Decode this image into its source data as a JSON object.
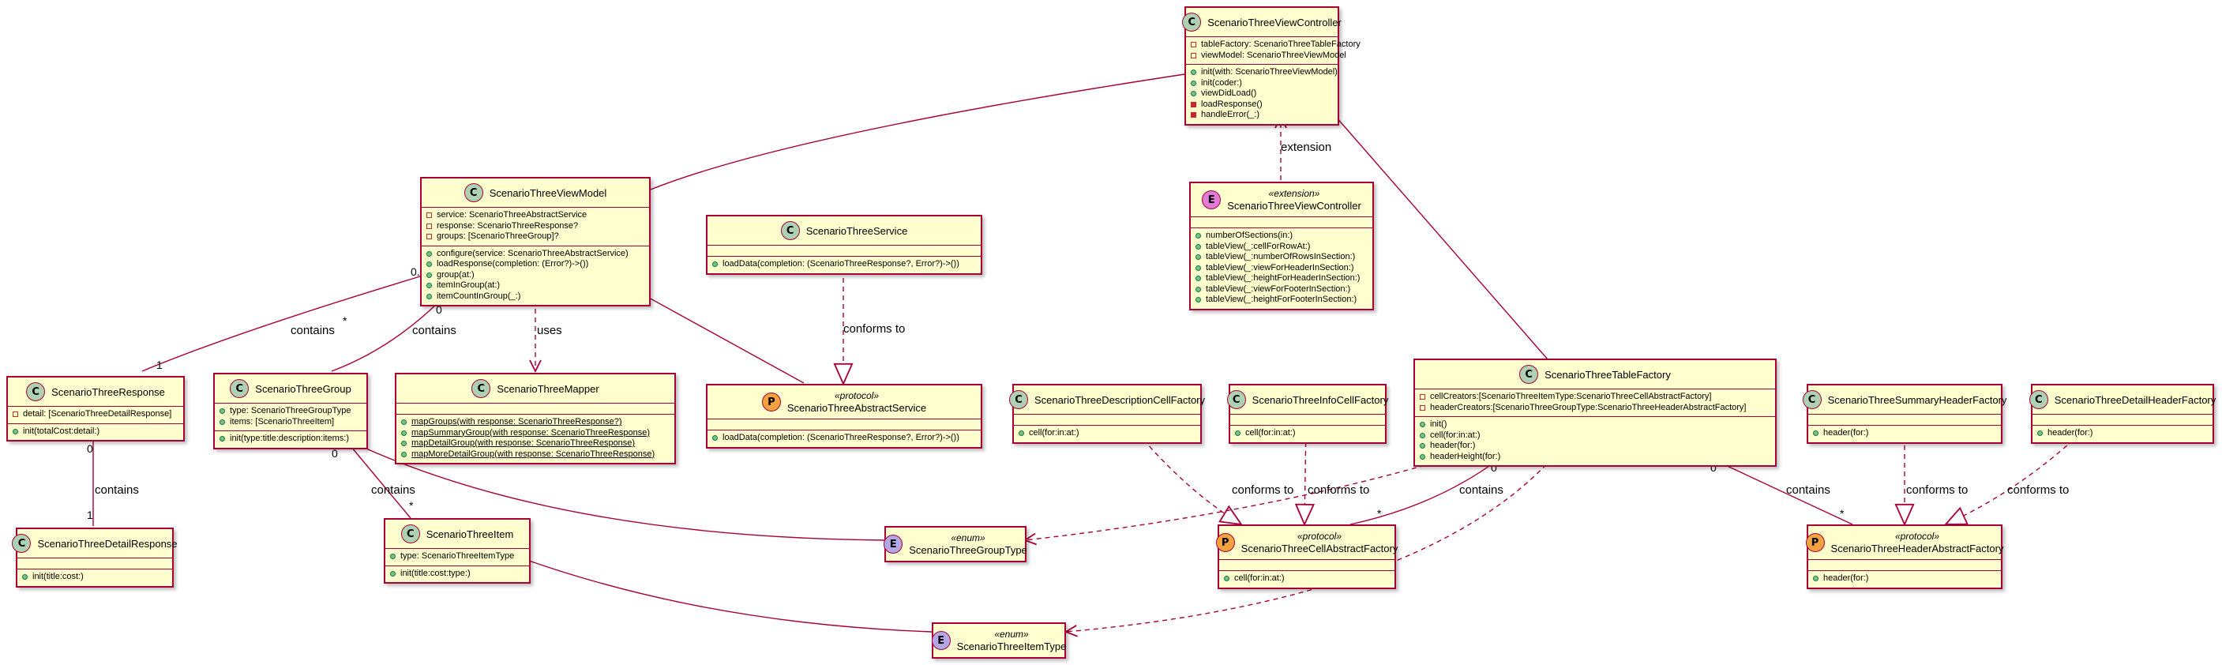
{
  "classes": {
    "vc": {
      "name": "ScenarioThreeViewController",
      "stereo": "",
      "badge": "C",
      "fields": [
        {
          "v": "priv",
          "t": "tableFactory: ScenarioThreeTableFactory"
        },
        {
          "v": "priv",
          "t": "viewModel: ScenarioThreeViewModel"
        }
      ],
      "methods": [
        {
          "v": "pub",
          "t": "init(with: ScenarioThreeViewModel)"
        },
        {
          "v": "pub",
          "t": "init(coder:)"
        },
        {
          "v": "pub",
          "t": "viewDidLoad()"
        },
        {
          "v": "privf",
          "t": "loadResponse()"
        },
        {
          "v": "privf",
          "t": "handleError(_:)"
        }
      ]
    },
    "ext": {
      "name": "ScenarioThreeViewController",
      "stereo": "«extension»",
      "badge": "E",
      "fields": [],
      "methods": [
        {
          "v": "pub",
          "t": "numberOfSections(in:)"
        },
        {
          "v": "pub",
          "t": "tableView(_:cellForRowAt:)"
        },
        {
          "v": "pub",
          "t": "tableView(_:numberOfRowsInSection:)"
        },
        {
          "v": "pub",
          "t": "tableView(_:viewForHeaderInSection:)"
        },
        {
          "v": "pub",
          "t": "tableView(_:heightForHeaderInSection:)"
        },
        {
          "v": "pub",
          "t": "tableView(_:viewForFooterInSection:)"
        },
        {
          "v": "pub",
          "t": "tableView(_:heightForFooterInSection:)"
        }
      ]
    },
    "vm": {
      "name": "ScenarioThreeViewModel",
      "stereo": "",
      "badge": "C",
      "fields": [
        {
          "v": "priv",
          "t": "service: ScenarioThreeAbstractService"
        },
        {
          "v": "priv",
          "t": "response: ScenarioThreeResponse?"
        },
        {
          "v": "priv",
          "t": "groups: [ScenarioThreeGroup]?"
        }
      ],
      "methods": [
        {
          "v": "pub",
          "t": "configure(service: ScenarioThreeAbstractService)"
        },
        {
          "v": "pub",
          "t": "loadResponse(completion: (Error?)->())"
        },
        {
          "v": "pub",
          "t": "group(at:)"
        },
        {
          "v": "pub",
          "t": "itemInGroup(at:)"
        },
        {
          "v": "pub",
          "t": "itemCountInGroup(_:)"
        }
      ]
    },
    "svc": {
      "name": "ScenarioThreeService",
      "stereo": "",
      "badge": "C",
      "fields": [],
      "methods": [
        {
          "v": "pub",
          "t": "loadData(completion: (ScenarioThreeResponse?, Error?)->())"
        }
      ]
    },
    "asvc": {
      "name": "ScenarioThreeAbstractService",
      "stereo": "«protocol»",
      "badge": "P",
      "fields": [],
      "methods": [
        {
          "v": "pub",
          "t": "loadData(completion: (ScenarioThreeResponse?, Error?)->())"
        }
      ]
    },
    "resp": {
      "name": "ScenarioThreeResponse",
      "stereo": "",
      "badge": "C",
      "fields": [
        {
          "v": "priv",
          "t": "detail: [ScenarioThreeDetailResponse]"
        }
      ],
      "methods": [
        {
          "v": "pub",
          "t": "init(totalCost:detail:)"
        }
      ]
    },
    "dresp": {
      "name": "ScenarioThreeDetailResponse",
      "stereo": "",
      "badge": "C",
      "fields": [],
      "methods": [
        {
          "v": "pub",
          "t": "init(title:cost:)"
        }
      ]
    },
    "grp": {
      "name": "ScenarioThreeGroup",
      "stereo": "",
      "badge": "C",
      "fields": [
        {
          "v": "pub",
          "t": "type: ScenarioThreeGroupType"
        },
        {
          "v": "pub",
          "t": "items: [ScenarioThreeItem]"
        }
      ],
      "methods": [
        {
          "v": "pub",
          "t": "init(type:title:description:items:)"
        }
      ]
    },
    "mapper": {
      "name": "ScenarioThreeMapper",
      "stereo": "",
      "badge": "C",
      "fields": [],
      "methods": [
        {
          "v": "pub",
          "t": "mapGroups(with response: ScenarioThreeResponse?)",
          "u": true
        },
        {
          "v": "pub",
          "t": "mapSummaryGroup(with response: ScenarioThreeResponse)",
          "u": true
        },
        {
          "v": "pub",
          "t": "mapDetailGroup(with response: ScenarioThreeResponse)",
          "u": true
        },
        {
          "v": "pub",
          "t": "mapMoreDetailGroup(with response: ScenarioThreeResponse)",
          "u": true
        }
      ]
    },
    "item": {
      "name": "ScenarioThreeItem",
      "stereo": "",
      "badge": "C",
      "fields": [
        {
          "v": "pub",
          "t": "type: ScenarioThreeItemType"
        }
      ],
      "methods": [
        {
          "v": "pub",
          "t": "init(title:cost:type:)"
        }
      ]
    },
    "gtype": {
      "name": "ScenarioThreeGroupType",
      "stereo": "«enum»",
      "badge": "E",
      "fields": null,
      "methods": null
    },
    "itype": {
      "name": "ScenarioThreeItemType",
      "stereo": "«enum»",
      "badge": "E",
      "fields": null,
      "methods": null
    },
    "descf": {
      "name": "ScenarioThreeDescriptionCellFactory",
      "stereo": "",
      "badge": "C",
      "fields": [],
      "methods": [
        {
          "v": "pub",
          "t": "cell(for:in:at:)"
        }
      ]
    },
    "infof": {
      "name": "ScenarioThreeInfoCellFactory",
      "stereo": "",
      "badge": "C",
      "fields": [],
      "methods": [
        {
          "v": "pub",
          "t": "cell(for:in:at:)"
        }
      ]
    },
    "cellf": {
      "name": "ScenarioThreeCellAbstractFactory",
      "stereo": "«protocol»",
      "badge": "P",
      "fields": [],
      "methods": [
        {
          "v": "pub",
          "t": "cell(for:in:at:)"
        }
      ]
    },
    "tablef": {
      "name": "ScenarioThreeTableFactory",
      "stereo": "",
      "badge": "C",
      "fields": [
        {
          "v": "priv",
          "t": "cellCreators:[ScenarioThreeItemType:ScenarioThreeCellAbstractFactory]"
        },
        {
          "v": "priv",
          "t": "headerCreators:[ScenarioThreeGroupType:ScenarioThreeHeaderAbstractFactory]"
        }
      ],
      "methods": [
        {
          "v": "pub",
          "t": "init()"
        },
        {
          "v": "pub",
          "t": "cell(for:in:at:)"
        },
        {
          "v": "pub",
          "t": "header(for:)"
        },
        {
          "v": "pub",
          "t": "headerHeight(for:)"
        }
      ]
    },
    "sumh": {
      "name": "ScenarioThreeSummaryHeaderFactory",
      "stereo": "",
      "badge": "C",
      "fields": [],
      "methods": [
        {
          "v": "pub",
          "t": "header(for:)"
        }
      ]
    },
    "deth": {
      "name": "ScenarioThreeDetailHeaderFactory",
      "stereo": "",
      "badge": "C",
      "fields": [],
      "methods": [
        {
          "v": "pub",
          "t": "header(for:)"
        }
      ]
    },
    "headf": {
      "name": "ScenarioThreeHeaderAbstractFactory",
      "stereo": "«protocol»",
      "badge": "P",
      "fields": [],
      "methods": [
        {
          "v": "pub",
          "t": "header(for:)"
        }
      ]
    }
  },
  "edge_labels": {
    "extension": "extension",
    "uses": "uses",
    "contains": "contains",
    "conforms": "conforms to"
  },
  "multiplicities": {
    "zero": "0",
    "one": "1",
    "star": "*",
    "zero_dotdot": "0..*"
  },
  "colors": {
    "border": "#a80036",
    "fill": "#fefece"
  }
}
